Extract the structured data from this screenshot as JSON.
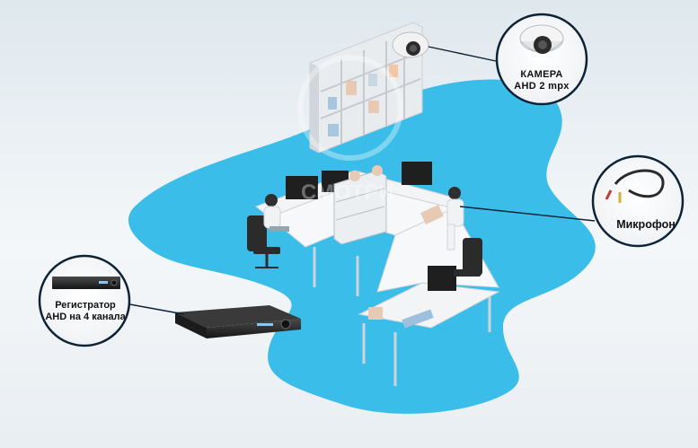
{
  "callouts": {
    "camera": {
      "line1": "КАМЕРА",
      "line2": "AHD 2 mpx"
    },
    "microphone": {
      "label": "Микрофон"
    },
    "recorder": {
      "line1": "Регистратор",
      "line2": "AHD на 4 канала"
    }
  },
  "colors": {
    "floor": "#3bbde9",
    "desk": "#f3f4f6",
    "shelf": "#eceff2",
    "equipment": "#2a2a2a",
    "callout_border": "#0d2235"
  }
}
